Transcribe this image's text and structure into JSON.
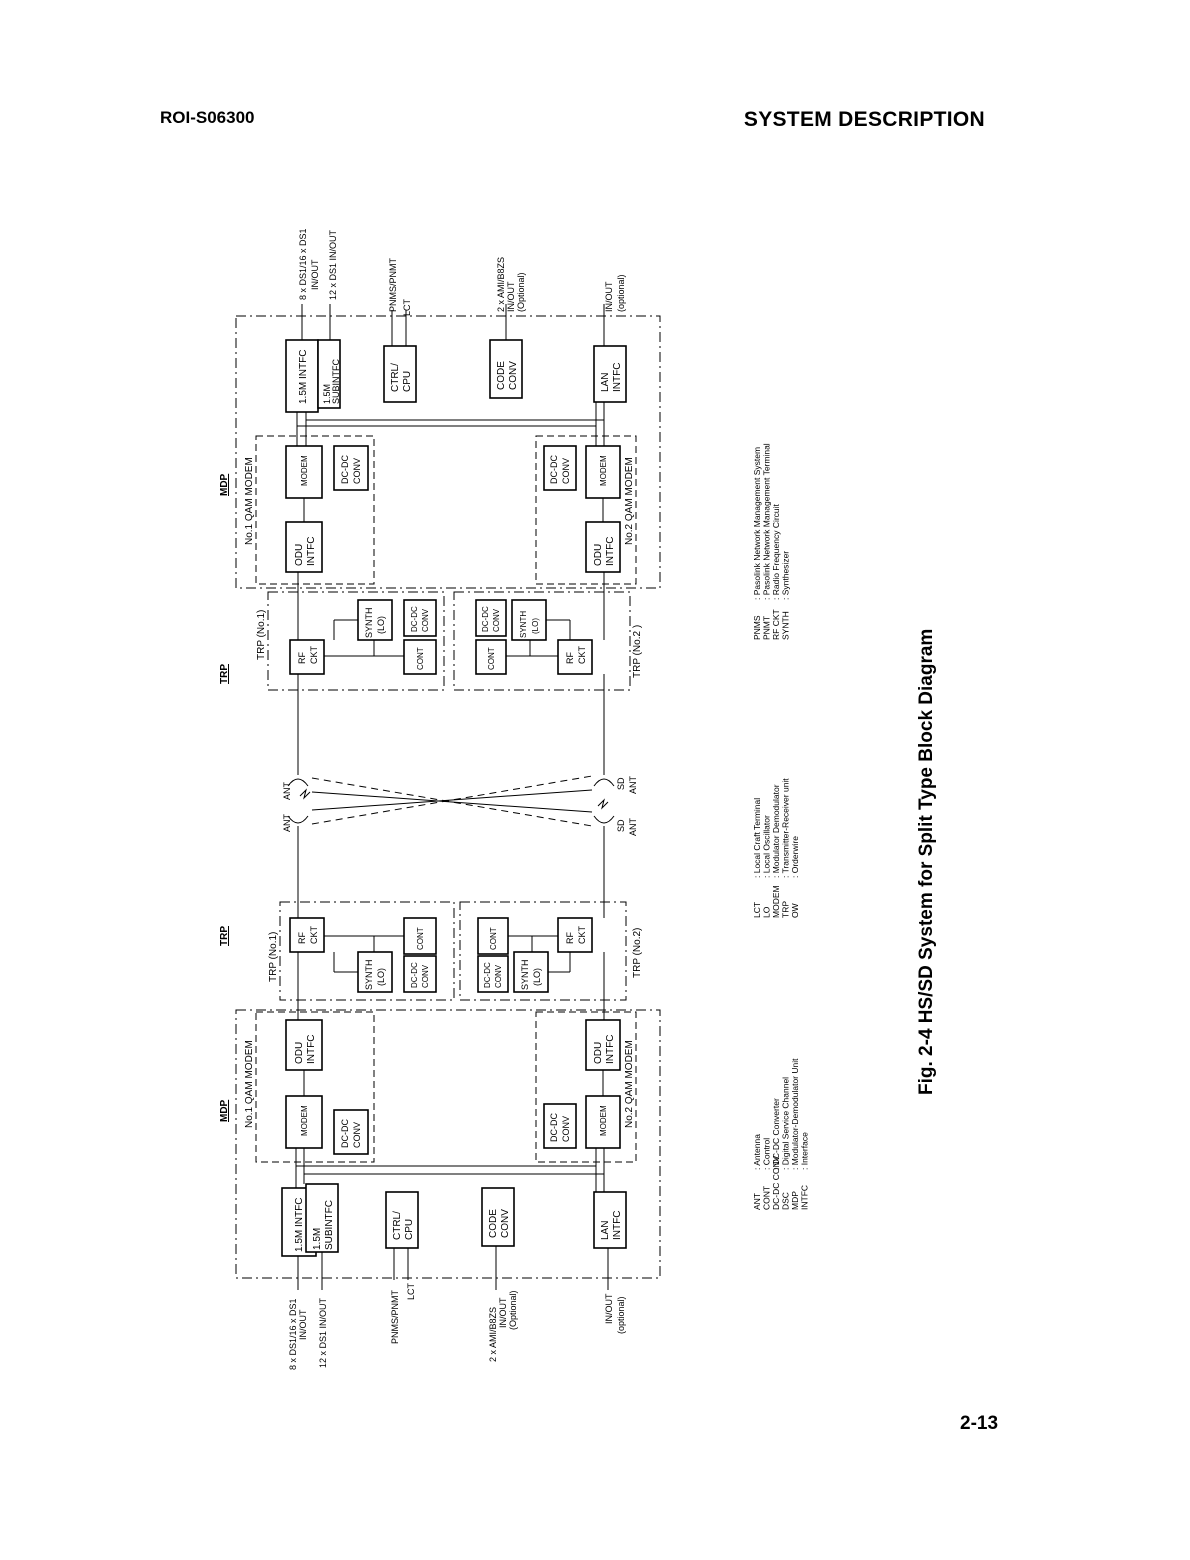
{
  "header": {
    "doc_id": "ROI-S06300",
    "section": "SYSTEM DESCRIPTION"
  },
  "page_number": "2-13",
  "figure_caption": "Fig. 2-4  HS/SD System for Split Type Block Diagram",
  "left": {
    "mdp_title": "MDP",
    "trp_title": "TRP",
    "modem1": "No.1 QAM MODEM",
    "modem2": "No.2 QAM MODEM",
    "trp1": "TRP (No.1)",
    "trp2": "TRP (No.2)",
    "ant": "ANT",
    "sd": "SD",
    "io_ds1": [
      "8 x DS1/16 x DS1",
      "IN/OUT"
    ],
    "io_12ds1": "12 x DS1 IN/OUT",
    "io_pnms": "PNMS/PNMT",
    "io_lct": "LCT",
    "io_ami": [
      "2 x AMI/B8ZS",
      "IN/OUT",
      "(Optional)"
    ],
    "io_lan": [
      "IN/OUT",
      "(optional)"
    ]
  },
  "right": {
    "mdp_title": "MDP",
    "trp_title": "TRP",
    "modem1": "No.1 QAM MODEM",
    "modem2": "No.2 QAM MODEM",
    "trp1": "TRP (No.1)",
    "trp2": "TRP (No.2 )",
    "ant": "ANT",
    "sd": "SD",
    "io_ds1": [
      "8 x DS1/16 x DS1",
      "IN/OUT"
    ],
    "io_12ds1": "12 x DS1 IN/OUT",
    "io_pnms": "PNMS/PNMT",
    "io_lct": "LCT",
    "io_ami": [
      "2 x AMI/B8ZS",
      "IN/OUT",
      "(Optional)"
    ],
    "io_lan": [
      "IN/OUT",
      "(optional)"
    ]
  },
  "blocks": {
    "intfc": "1.5M INTFC",
    "subintfc": [
      "1.5M",
      "SUBINTFC"
    ],
    "ctrl": [
      "CTRL/",
      "CPU"
    ],
    "code": [
      "CODE",
      "CONV"
    ],
    "lan": [
      "LAN",
      "INTFC"
    ],
    "modem": "MODEM",
    "dcdc": [
      "DC-DC",
      "CONV"
    ],
    "odu": [
      "ODU",
      "INTFC"
    ],
    "rf": [
      "RF",
      "CKT"
    ],
    "synth": [
      "SYNTH",
      "(LO)"
    ],
    "cont": "CONT"
  },
  "legend": [
    {
      "abbr": "ANT",
      "desc": ": Antenna"
    },
    {
      "abbr": "CONT",
      "desc": ": Control"
    },
    {
      "abbr": "DC-DC CONV",
      "desc": ": DC-DC Converter"
    },
    {
      "abbr": "DSC",
      "desc": ": Digital Service Channel"
    },
    {
      "abbr": "MDP",
      "desc": ": Modulator-Demodulator Unit"
    },
    {
      "abbr": "INTFC",
      "desc": ": Interface"
    },
    {
      "abbr": "LCT",
      "desc": ": Local Craft Terminal"
    },
    {
      "abbr": "LO",
      "desc": ": Local Oscillator"
    },
    {
      "abbr": "MODEM",
      "desc": ": Modulator Demodulator"
    },
    {
      "abbr": "TRP",
      "desc": ": Transmitter-Receiver unit"
    },
    {
      "abbr": "OW",
      "desc": ": Orderwire"
    },
    {
      "abbr": "PNMS",
      "desc": ": Pasolink Network Management System"
    },
    {
      "abbr": "PNMT",
      "desc": ": Pasolink Network Management Terminal"
    },
    {
      "abbr": "RF CKT",
      "desc": ": Radio Frequency Circuit"
    },
    {
      "abbr": "SYNTH",
      "desc": ": Synthesizer"
    }
  ]
}
